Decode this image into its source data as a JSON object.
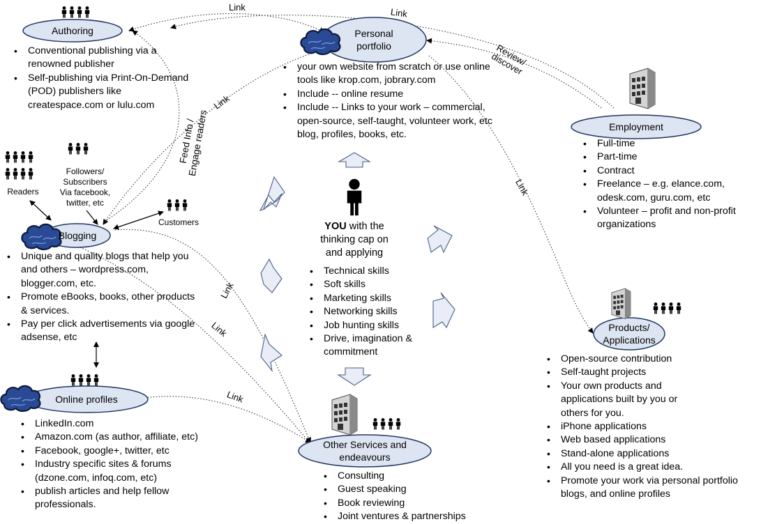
{
  "nodes": {
    "authoring": "Authoring",
    "portfolio_line1": "Personal",
    "portfolio_line2": "portfolio",
    "employment": "Employment",
    "blogging": "Blogging",
    "online_profiles": "Online profiles",
    "products_line1": "Products/",
    "products_line2": "Applications",
    "other_line1": "Other Services and",
    "other_line2": "endeavours"
  },
  "authoring_items": [
    "Conventional publishing via a renowned publisher",
    "Self-publishing via Print-On-Demand (POD) publishers like createspace.com or lulu.com"
  ],
  "portfolio_items": [
    "your own website from scratch or use online tools like krop.com, jobrary.com",
    "Include -- online resume",
    "Include -- Links to your work – commercial, open-source, self-taught, volunteer work, etc blog, profiles, books, etc."
  ],
  "employment_items": [
    "Full-time",
    "Part-time",
    "Contract",
    "Freelance – e.g. elance.com, odesk.com, guru.com, etc",
    "Volunteer – profit and non-profit organizations"
  ],
  "blogging_items": [
    "Unique and quality blogs that help you and others – wordpress.com, blogger.com, etc.",
    "Promote eBooks, books, other products & services.",
    "Pay per click advertisements via google adsense, etc"
  ],
  "profiles_items": [
    "LinkedIn.com",
    "Amazon.com (as author, affiliate, etc)",
    "Facebook, google+, twitter, etc",
    "Industry specific sites & forums (dzone.com, infoq.com, etc)",
    "publish articles and help fellow professionals."
  ],
  "products_items": [
    "Open-source contribution",
    "Self-taught projects",
    "Your own products and applications built by you or others for you.",
    "iPhone applications",
    "Web based applications",
    "Stand-alone applications",
    "All you need is a great idea.",
    "Promote your work via personal portfolio blogs, and online profiles"
  ],
  "other_items": [
    "Consulting",
    "Guest  speaking",
    "Book reviewing",
    "Joint ventures & partnerships"
  ],
  "center": {
    "you": "YOU",
    "line1_rest": " with the",
    "line2": "thinking cap on",
    "line3": "and applying",
    "skills": [
      "Technical skills",
      "Soft skills",
      "Marketing skills",
      "Networking skills",
      "Job hunting skills",
      "Drive, imagination & commitment"
    ]
  },
  "notes": {
    "readers": "Readers",
    "followers_line1": "Followers/",
    "followers_line2": "Subscribers",
    "followers_line3": "Via facebook,",
    "followers_line4": "twitter, etc",
    "customers": "Customers"
  },
  "link_labels": {
    "link": "Link",
    "review_line1": "Review/",
    "review_line2": "discover",
    "feed_line1": "Feed Info /",
    "feed_line2": "Engage readers"
  },
  "icons": {
    "people": "people-group-icon",
    "person": "person-icon",
    "cloud": "cloud-icon",
    "building": "building-icon",
    "arrow": "block-arrow-icon"
  },
  "colors": {
    "ellipse_fill": "#dde5f2",
    "ellipse_stroke": "#1f3764",
    "arrow_fill": "#e8edf7",
    "arrow_stroke": "#4a5f86",
    "cloud_fill": "#2a4a96",
    "cloud_dark": "#0d1a3a",
    "building_fill": "#b9b9b9"
  }
}
